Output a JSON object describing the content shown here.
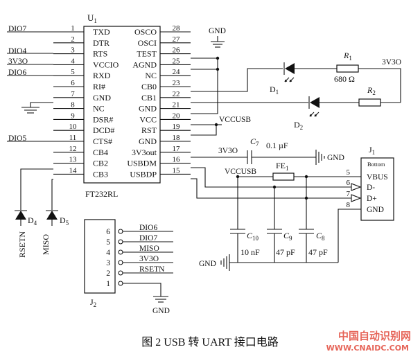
{
  "ic": {
    "ref": "U",
    "ref_sub": "1",
    "part": "FT232RL",
    "left_pins": [
      {
        "num": "1",
        "name": "TXD"
      },
      {
        "num": "2",
        "name": "DTR"
      },
      {
        "num": "3",
        "name": "RTS"
      },
      {
        "num": "4",
        "name": "VCCIO"
      },
      {
        "num": "5",
        "name": "RXD"
      },
      {
        "num": "6",
        "name": "RI#"
      },
      {
        "num": "7",
        "name": "GND"
      },
      {
        "num": "8",
        "name": "NC"
      },
      {
        "num": "9",
        "name": "DSR#"
      },
      {
        "num": "10",
        "name": "DCD#"
      },
      {
        "num": "11",
        "name": "CTS#"
      },
      {
        "num": "12",
        "name": "CB4"
      },
      {
        "num": "13",
        "name": "CB2"
      },
      {
        "num": "14",
        "name": "CB3"
      }
    ],
    "right_pins": [
      {
        "num": "28",
        "name": "OSCO"
      },
      {
        "num": "27",
        "name": "OSCI"
      },
      {
        "num": "26",
        "name": "TEST"
      },
      {
        "num": "25",
        "name": "AGND"
      },
      {
        "num": "24",
        "name": "NC"
      },
      {
        "num": "23",
        "name": "CB0"
      },
      {
        "num": "22",
        "name": "CB1"
      },
      {
        "num": "21",
        "name": "GND"
      },
      {
        "num": "20",
        "name": "VCC"
      },
      {
        "num": "19",
        "name": "RST"
      },
      {
        "num": "18",
        "name": "GND"
      },
      {
        "num": "17",
        "name": "3V3out"
      },
      {
        "num": "16",
        "name": "USBDM"
      },
      {
        "num": "15",
        "name": "USBDP"
      }
    ]
  },
  "net_labels": {
    "left_dio7": "DIO7",
    "left_dio4": "DIO4",
    "left_3v3o": "3V3O",
    "left_dio6": "DIO6",
    "left_dio5": "DIO5",
    "gnd_top": "GND",
    "vccusb_right": "VCCUSB",
    "v3v3o_pin17": "3V3O",
    "vccusb_bus": "VCCUSB",
    "gnd_c7": "GND",
    "v3v3o_top_right": "3V3O",
    "gnd_caps": "GND",
    "gnd_j2": "GND",
    "rsetn": "RSETN",
    "miso": "MISO"
  },
  "components": {
    "r1": {
      "ref": "R",
      "sub": "1",
      "value": "680  Ω"
    },
    "r2": {
      "ref": "R",
      "sub": "2"
    },
    "d1": {
      "ref": "D",
      "sub": "1"
    },
    "d2": {
      "ref": "D",
      "sub": "2"
    },
    "d4": {
      "ref": "D",
      "sub": "4"
    },
    "d5": {
      "ref": "D",
      "sub": "5"
    },
    "c7": {
      "ref": "C",
      "sub": "7",
      "value": "0.1  µF"
    },
    "c8": {
      "ref": "C",
      "sub": "8"
    },
    "c9": {
      "ref": "C",
      "sub": "9"
    },
    "c10": {
      "ref": "C",
      "sub": "10"
    },
    "fe1": {
      "ref": "FE",
      "sub": "1"
    },
    "cap_values": [
      "10  nF",
      "47  pF",
      "47  pF"
    ]
  },
  "j1": {
    "ref": "J",
    "ref_sub": "1",
    "title": "Bottom",
    "pins": [
      {
        "num": "5",
        "name": "VBUS"
      },
      {
        "num": "6",
        "name": "D-"
      },
      {
        "num": "7",
        "name": "D+"
      },
      {
        "num": "8",
        "name": "GND"
      }
    ]
  },
  "j2": {
    "ref": "J",
    "ref_sub": "2",
    "pins": [
      {
        "num": "6",
        "net": "DIO6"
      },
      {
        "num": "5",
        "net": "DIO7"
      },
      {
        "num": "4",
        "net": "MISO"
      },
      {
        "num": "3",
        "net": "3V3O"
      },
      {
        "num": "2",
        "net": "RSETN"
      },
      {
        "num": "1",
        "net": ""
      }
    ]
  },
  "caption": "图 2    USB 转 UART 接口电路",
  "watermark": {
    "line1": "中国自动识别网",
    "line2": "WWW.CNAIDC.COM",
    "color": "#e24a3b"
  }
}
